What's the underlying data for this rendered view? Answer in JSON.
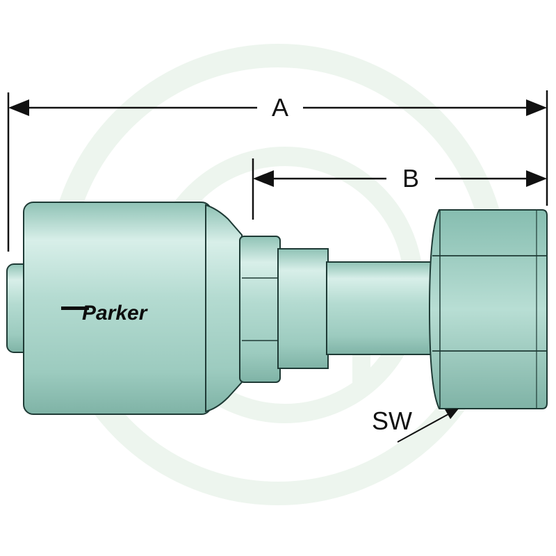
{
  "brand": {
    "name": "Parker"
  },
  "dimensions": {
    "a_label": "A",
    "b_label": "B",
    "sw_label": "SW"
  },
  "colors": {
    "metal_light": "#d8eee8",
    "metal_mid": "#a9d3c9",
    "metal_dark": "#7fb7aa",
    "outline": "#1e3a35",
    "dimension_line": "#111111",
    "watermark": "#eaf3ec"
  }
}
